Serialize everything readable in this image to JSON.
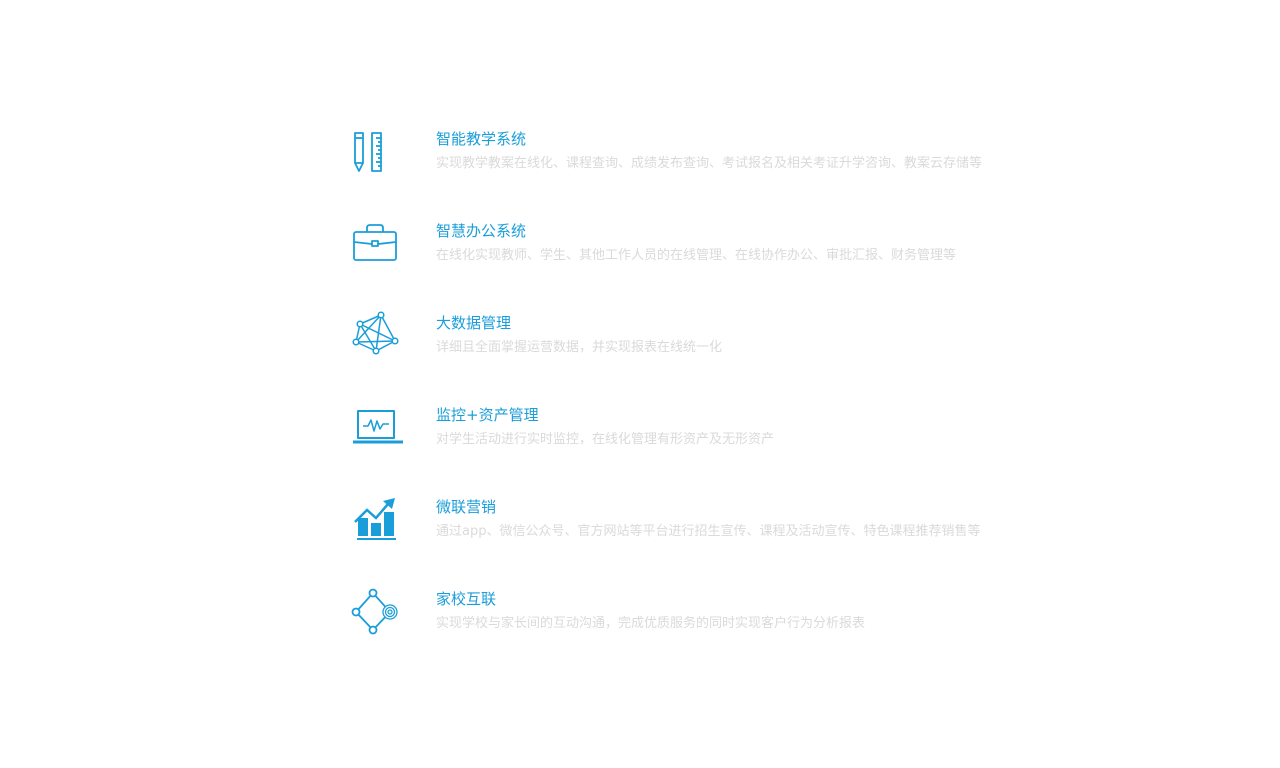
{
  "colors": {
    "accent": "#1a9ed9",
    "description": "#dadada",
    "background": "#ffffff"
  },
  "features": [
    {
      "title": "智能教学系统",
      "description": "实现教学教案在线化、课程查询、成绩发布查询、考试报名及相关考证升学咨询、教案云存储等",
      "icon": "pencil-ruler-icon"
    },
    {
      "title": "智慧办公系统",
      "description": "在线化实现教师、学生、其他工作人员的在线管理、在线协作办公、审批汇报、财务管理等",
      "icon": "briefcase-icon"
    },
    {
      "title": "大数据管理",
      "description": "详细且全面掌握运营数据，并实现报表在线统一化",
      "icon": "network-graph-icon"
    },
    {
      "title": "监控+资产管理",
      "description": "对学生活动进行实时监控，在线化管理有形资产及无形资产",
      "icon": "laptop-monitor-icon"
    },
    {
      "title": "微联营销",
      "description": "通过app、微信公众号、官方网站等平台进行招生宣传、课程及活动宣传、特色课程推荐销售等",
      "icon": "growth-chart-icon"
    },
    {
      "title": "家校互联",
      "description": "实现学校与家长间的互动沟通，完成优质服务的同时实现客户行为分析报表",
      "icon": "connection-diamond-icon"
    }
  ]
}
